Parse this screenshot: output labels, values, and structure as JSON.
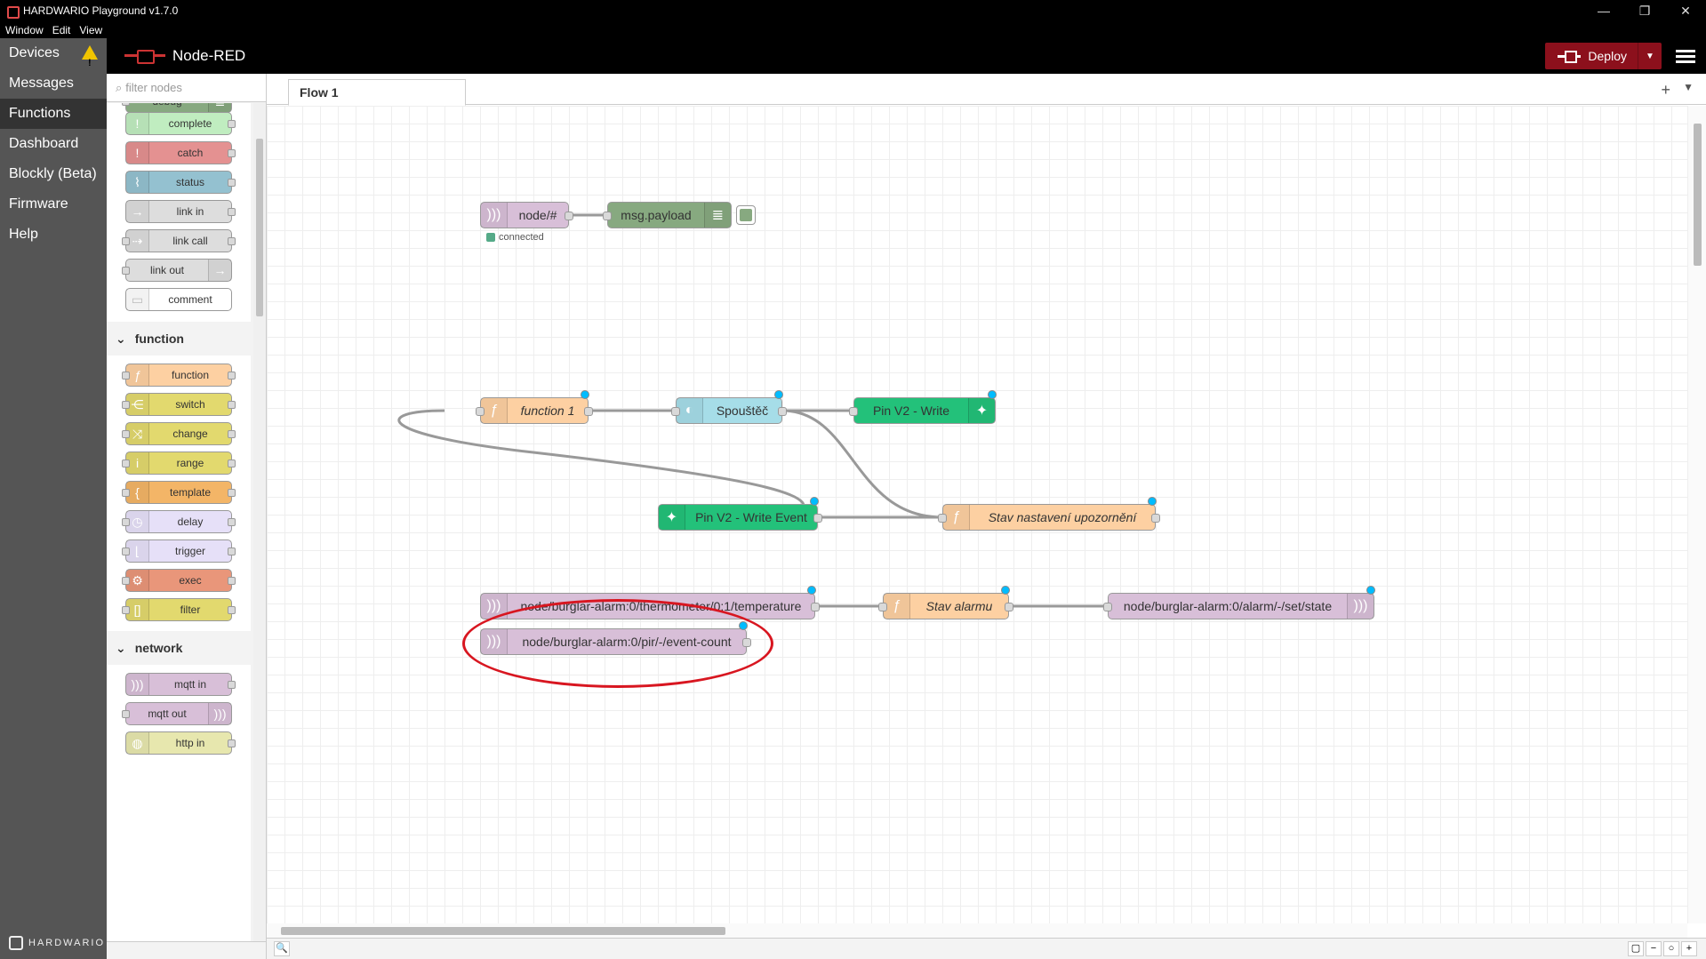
{
  "window": {
    "title": "HARDWARIO Playground v1.7.0",
    "minimize": "—",
    "maximize": "❐",
    "close": "✕"
  },
  "menu": [
    "Window",
    "Edit",
    "View"
  ],
  "app_nav": {
    "items": [
      "Devices",
      "Messages",
      "Functions",
      "Dashboard",
      "Blockly (Beta)",
      "Firmware",
      "Help"
    ],
    "active": "Functions",
    "brand": "HARDWARIO"
  },
  "header": {
    "title": "Node-RED",
    "deploy_label": "Deploy",
    "deploy_drop": "▼"
  },
  "palette": {
    "filter_placeholder": "filter nodes",
    "common_nodes": [
      "debug",
      "complete",
      "catch",
      "status",
      "link in",
      "link call",
      "link out",
      "comment"
    ],
    "function_category": "function",
    "function_nodes": [
      "function",
      "switch",
      "change",
      "range",
      "template",
      "delay",
      "trigger",
      "exec",
      "filter"
    ],
    "network_category": "network",
    "network_nodes": [
      "mqtt in",
      "mqtt out",
      "http in"
    ],
    "colors": {
      "debug": "#87a980",
      "complete": "#c0edc0",
      "catch": "#e49191",
      "status": "#94c1d0",
      "link": "#dddddd",
      "comment": "#ffffff",
      "function": "#fdd0a2",
      "switch": "#e2d96e",
      "template": "#f3b567",
      "delay": "#e6e0f8",
      "exec": "#e9967a",
      "mqtt": "#d8bfd8",
      "http": "#e7e7ae"
    }
  },
  "workspace": {
    "tab_label": "Flow 1",
    "tab_add": "+",
    "tab_menu": "▼",
    "search_icon": "🔍",
    "zoom": [
      "▢",
      "−",
      "○",
      "+"
    ]
  },
  "flow_nodes": {
    "n1": "node/#",
    "n1_status": "connected",
    "n2": "msg.payload",
    "n3": "function 1",
    "n4": "Spouštěč",
    "n5": "Pin V2 - Write",
    "n6": "Pin V2 - Write Event",
    "n7": "Stav nastavení upozornění",
    "n8": "node/burglar-alarm:0/thermometer/0:1/temperature",
    "n9": "Stav alarmu",
    "n10": "node/burglar-alarm:0/alarm/-/set/state",
    "n11": "node/burglar-alarm:0/pir/-/event-count"
  }
}
